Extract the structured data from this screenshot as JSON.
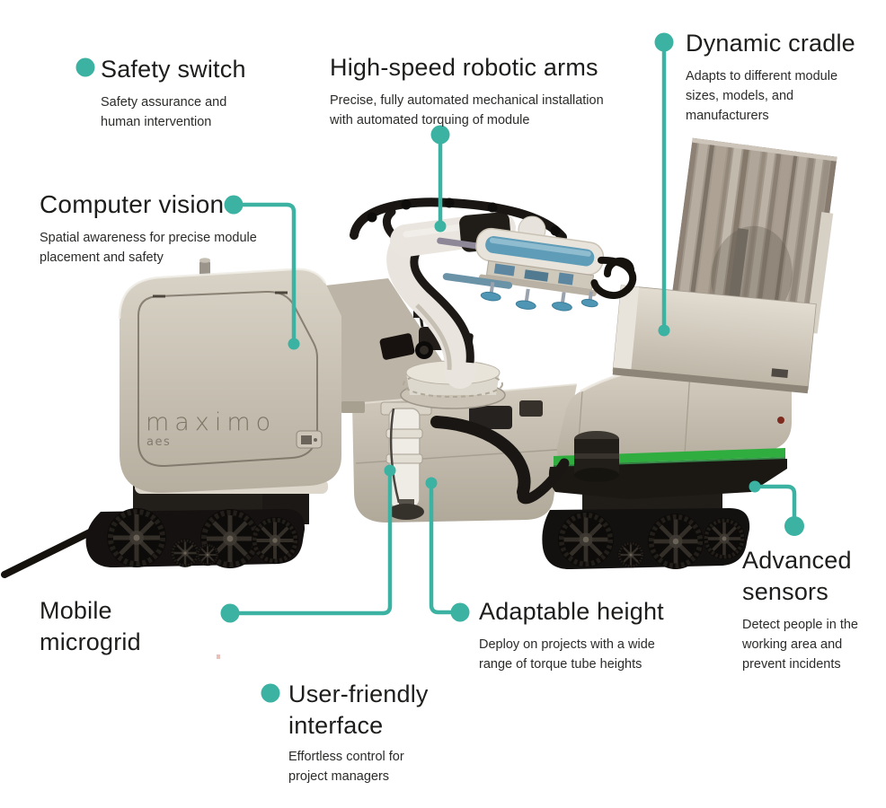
{
  "colors": {
    "accent": "#3bb2a2",
    "green": "#2fae3f",
    "pad_blue": "#5f9cb8",
    "body_beige": "#c6bfb2",
    "track_dark": "#141110"
  },
  "robot": {
    "model_label": "maximo",
    "brand_label": "aes"
  },
  "features": [
    {
      "id": "safety-switch",
      "title": "Safety switch",
      "description": "Safety assurance and\nhuman intervention"
    },
    {
      "id": "robotic-arms",
      "title": "High-speed robotic arms",
      "description": "Precise, fully automated mechanical installation\nwith automated torquing of module"
    },
    {
      "id": "dynamic-cradle",
      "title": "Dynamic cradle",
      "description": "Adapts to different module\nsizes, models, and\nmanufacturers"
    },
    {
      "id": "computer-vision",
      "title": "Computer vision",
      "description": "Spatial awareness for precise module\nplacement and safety"
    },
    {
      "id": "mobile-microgrid",
      "title": "Mobile\nmicrogrid",
      "description": ""
    },
    {
      "id": "adaptable-height",
      "title": "Adaptable height",
      "description": "Deploy on projects with a wide\nrange of torque tube heights"
    },
    {
      "id": "user-friendly-interface",
      "title": "User-friendly\ninterface",
      "description": "Effortless control for\nproject managers"
    },
    {
      "id": "advanced-sensors",
      "title": "Advanced\nsensors",
      "description": "Detect people in the\nworking area and\nprevent incidents"
    }
  ]
}
